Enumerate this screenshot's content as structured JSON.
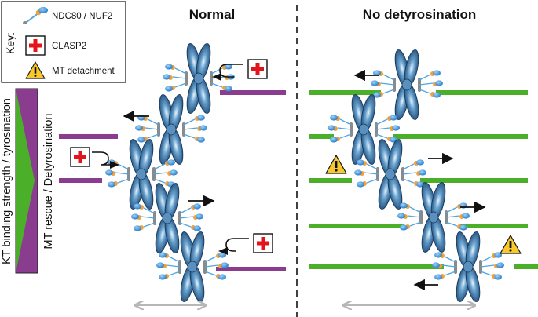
{
  "titles": {
    "left": "Normal",
    "right": "No detyrosination"
  },
  "key": {
    "title": "Key:",
    "items": [
      {
        "icon": "ndc80-nuf2-icon",
        "label": "NDC80 / NUF2"
      },
      {
        "icon": "clasp2-cross-icon",
        "label": "CLASP2"
      },
      {
        "icon": "warning-triangle-icon",
        "label": "MT detachment"
      }
    ]
  },
  "side_labels": {
    "left": "KT binding strength / tyrosination",
    "right": "MT rescue / Detyrosination"
  },
  "colors": {
    "microtubule_green": "#4caf2a",
    "microtubule_purple": "#8a3c8e",
    "chromosome_blue": "#1f6aa8",
    "kinetochore_blue": "#3d9be0",
    "kinetochore_orange": "#f2a13a",
    "clasp2_red": "#e3141b",
    "warning_yellow": "#f8c82c",
    "span_arrow_gray": "#b7b7b7"
  }
}
